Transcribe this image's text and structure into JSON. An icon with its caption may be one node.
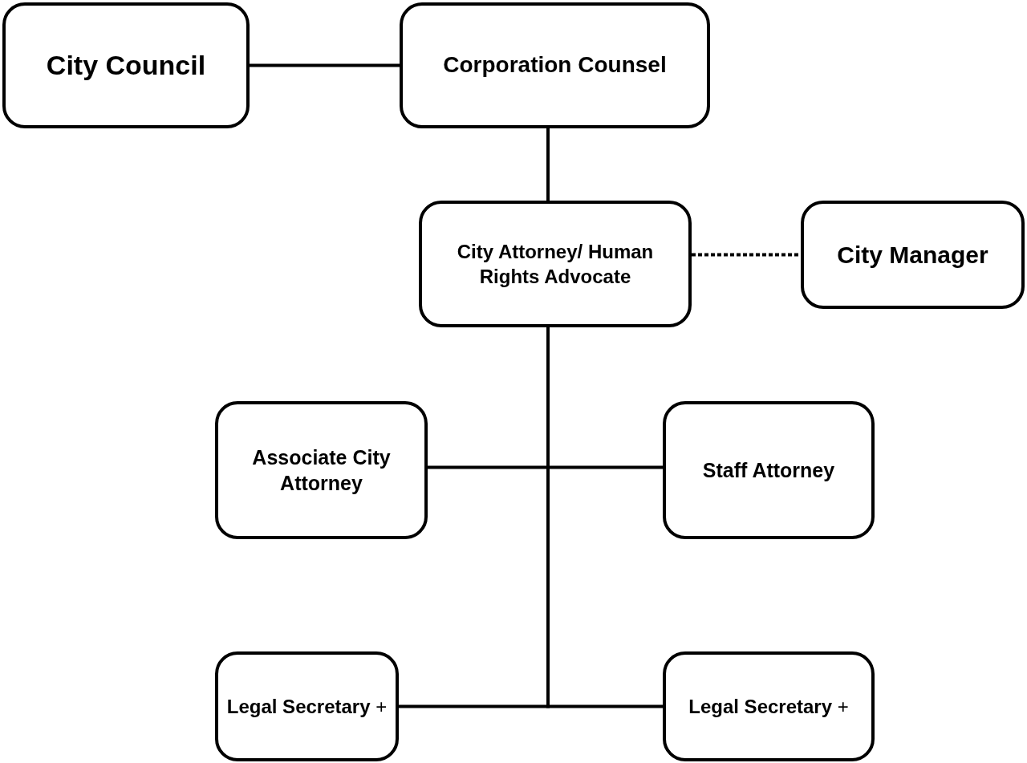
{
  "diagram": {
    "nodes": [
      {
        "text": [
          "City Council"
        ]
      },
      {
        "text": [
          "Corporation Counsel"
        ]
      },
      {
        "text": [
          "City Attorney/ Human Rights Advocate"
        ]
      },
      {
        "text": [
          "City Manager"
        ]
      },
      {
        "text": [
          "Associate City Attorney"
        ]
      },
      {
        "text": [
          "Staff Attorney"
        ]
      },
      {
        "text": [
          "**Legal Secretary** +"
        ]
      },
      {
        "text": [
          "**Legal Secretary** +"
        ]
      }
    ],
    "edges": [
      {
        "from": 0,
        "to": 1,
        "arrow": "none"
      },
      {
        "from": 1,
        "to": 2,
        "arrow": "none"
      },
      {
        "from": 2,
        "to": 3,
        "arrow": "none",
        "style": "dashed"
      },
      {
        "from": 2,
        "to": 4,
        "arrow": "none"
      },
      {
        "from": 2,
        "to": 5,
        "arrow": "none"
      },
      {
        "from": 2,
        "to": 6,
        "arrow": "none"
      },
      {
        "from": 2,
        "to": 7,
        "arrow": "none"
      }
    ]
  }
}
